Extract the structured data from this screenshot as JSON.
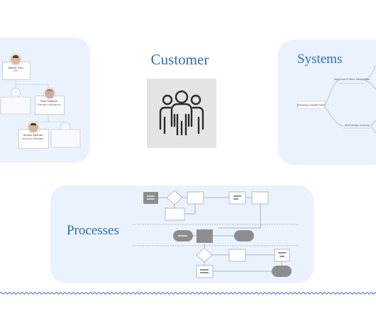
{
  "headings": {
    "customer": "Customer",
    "systems": "Systems",
    "processes": "Processes"
  },
  "org_chart": {
    "top_person": {
      "name": "Walter Tran",
      "role": "CEO"
    },
    "mid_person": {
      "name": "Ravi Godbole",
      "role": "Director Intelligence"
    },
    "bottom_person": {
      "name": "Andrija Sperian",
      "role": "Analytics Manager"
    }
  },
  "mindmap": {
    "root": "Increase productivity",
    "branches": [
      "Implement team integration",
      "Technology training"
    ]
  },
  "icons": {
    "customer": "people-group-icon",
    "avatar": "person-avatar-icon",
    "divider": "wavy-line"
  },
  "colors": {
    "card_background": "#eaf2fd",
    "heading": "#2f6db5",
    "divider": "#3a6fb4",
    "node_gray": "#8d8d8d"
  }
}
